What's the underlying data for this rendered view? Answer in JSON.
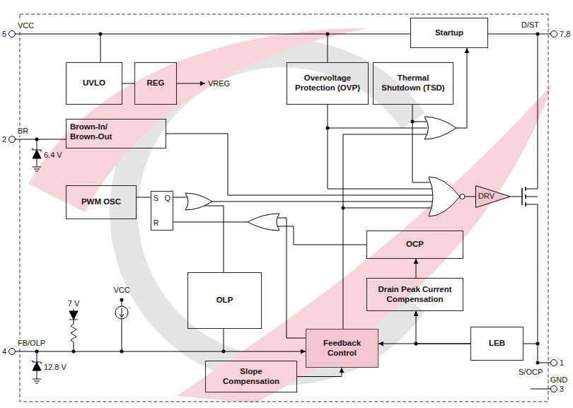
{
  "diagram": {
    "nodes": [
      {
        "text": [
          "Startup"
        ]
      },
      {
        "text": [
          "UVLO"
        ]
      },
      {
        "text": [
          "REG"
        ]
      },
      {
        "text": [
          "Overvoltage Protection (OVP)"
        ]
      },
      {
        "text": [
          "Thermal Shutdown (TSD)"
        ]
      },
      {
        "text": [
          "Brown-In/ Brown-Out"
        ]
      },
      {
        "text": [
          "PWM OSC"
        ]
      },
      {
        "text": [
          "S",
          "Q",
          "R"
        ]
      },
      {
        "text": [
          "DRV"
        ]
      },
      {
        "text": [
          "OCP"
        ]
      },
      {
        "text": [
          "OLP"
        ]
      },
      {
        "text": [
          "Drain Peak Current Compensation"
        ]
      },
      {
        "text": [
          "Feedback Control"
        ]
      },
      {
        "text": [
          "LEB"
        ]
      },
      {
        "text": [
          "Slope Compensation"
        ]
      }
    ],
    "edges": [
      {
        "from": 1,
        "to": 2,
        "arrow": "none"
      },
      {
        "from": 6,
        "to": 7,
        "arrow": "none"
      },
      {
        "from": 11,
        "to": 9,
        "arrow": "to"
      },
      {
        "from": 13,
        "to": 11,
        "arrow": "to"
      },
      {
        "from": 13,
        "to": 12,
        "arrow": "to"
      },
      {
        "from": 14,
        "to": 12,
        "arrow": "to"
      }
    ],
    "labels": [
      "5",
      "VCC",
      "D/ST",
      "7,8",
      "VREG",
      "2",
      "BR",
      "6.4 V",
      "7 V",
      "VCC",
      "4",
      "FB/OLP",
      "12.8 V",
      "1",
      "S/OCP",
      "3",
      "GND"
    ]
  }
}
